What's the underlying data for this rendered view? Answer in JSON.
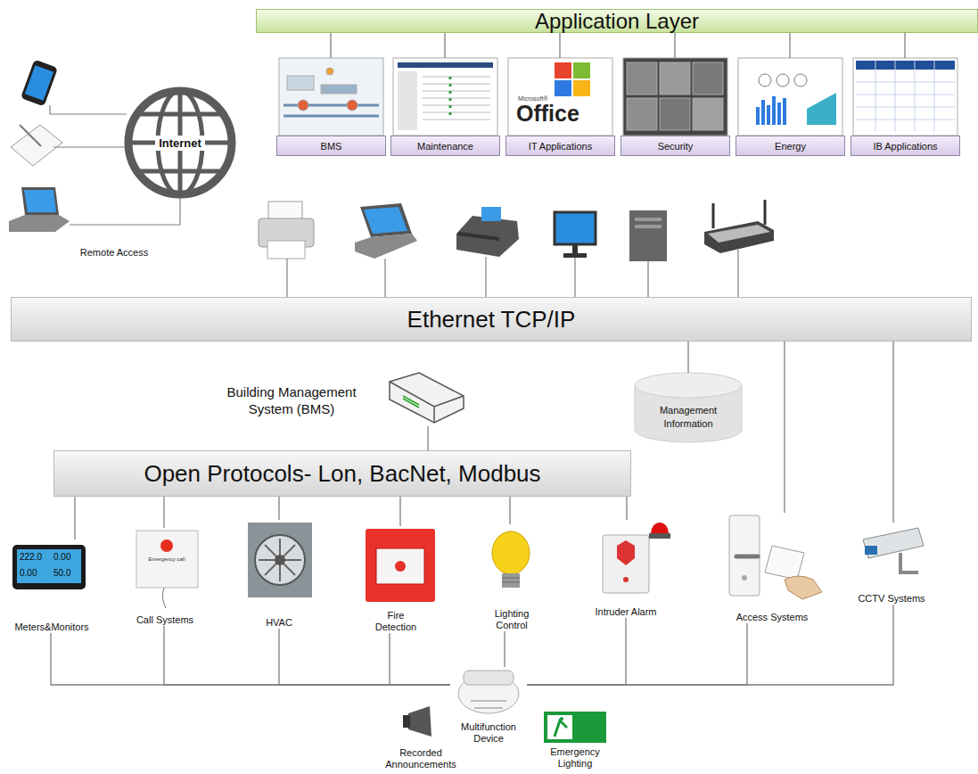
{
  "diagram": {
    "nodes": [
      {
        "text": [
          "Application Layer"
        ]
      },
      {
        "text": [
          "BMS"
        ]
      },
      {
        "text": [
          "Maintenance"
        ]
      },
      {
        "text": [
          "IT Applications"
        ]
      },
      {
        "text": [
          "Security"
        ]
      },
      {
        "text": [
          "Energy"
        ]
      },
      {
        "text": [
          "IB Applications"
        ]
      },
      {
        "text": [
          "Internet"
        ]
      },
      {
        "text": [
          "Ethernet TCP/IP"
        ]
      },
      {
        "text": [
          "Building Management System (BMS)"
        ]
      },
      {
        "text": [
          "Management Information"
        ]
      },
      {
        "text": [
          "Open Protocols- Lon, BacNet, Modbus"
        ]
      },
      {
        "text": [
          "Meters&Monitors"
        ]
      },
      {
        "text": [
          "Call Systems"
        ]
      },
      {
        "text": [
          "HVAC"
        ]
      },
      {
        "text": [
          "Fire Detection"
        ]
      },
      {
        "text": [
          "Lighting Control"
        ]
      },
      {
        "text": [
          "Intruder Alarm"
        ]
      },
      {
        "text": [
          "Access Systems"
        ]
      },
      {
        "text": [
          "CCTV Systems"
        ]
      },
      {
        "text": [
          "Recorded Announcements"
        ]
      },
      {
        "text": [
          "Multifunction Device"
        ]
      },
      {
        "text": [
          "Emergency Lighting"
        ]
      }
    ],
    "edges": [
      {
        "from": 0,
        "to": 1,
        "arrow": "none"
      },
      {
        "from": 0,
        "to": 2,
        "arrow": "none"
      },
      {
        "from": 0,
        "to": 3,
        "arrow": "none"
      },
      {
        "from": 0,
        "to": 4,
        "arrow": "none"
      },
      {
        "from": 0,
        "to": 5,
        "arrow": "none"
      },
      {
        "from": 0,
        "to": 6,
        "arrow": "none"
      },
      {
        "from": 9,
        "to": 11,
        "arrow": "none"
      },
      {
        "from": 8,
        "to": 10,
        "arrow": "none"
      },
      {
        "from": 8,
        "to": 18,
        "arrow": "none"
      },
      {
        "from": 8,
        "to": 19,
        "arrow": "none"
      },
      {
        "from": 11,
        "to": 12,
        "arrow": "none"
      },
      {
        "from": 11,
        "to": 13,
        "arrow": "none"
      },
      {
        "from": 11,
        "to": 14,
        "arrow": "none"
      },
      {
        "from": 11,
        "to": 15,
        "arrow": "none"
      },
      {
        "from": 11,
        "to": 16,
        "arrow": "none"
      },
      {
        "from": 11,
        "to": 17,
        "arrow": "none"
      },
      {
        "from": 12,
        "to": 21,
        "arrow": "none"
      },
      {
        "from": 13,
        "to": 21,
        "arrow": "none"
      },
      {
        "from": 14,
        "to": 21,
        "arrow": "none"
      },
      {
        "from": 15,
        "to": 21,
        "arrow": "none"
      },
      {
        "from": 16,
        "to": 21,
        "arrow": "none"
      },
      {
        "from": 17,
        "to": 21,
        "arrow": "none"
      },
      {
        "from": 18,
        "to": 21,
        "arrow": "none"
      },
      {
        "from": 19,
        "to": 21,
        "arrow": "none"
      }
    ],
    "labels": [
      "Remote Access",
      "Microsoft®",
      "Office",
      "Emergency call",
      "222.0",
      "0.00",
      "0.00",
      "50.0"
    ]
  }
}
